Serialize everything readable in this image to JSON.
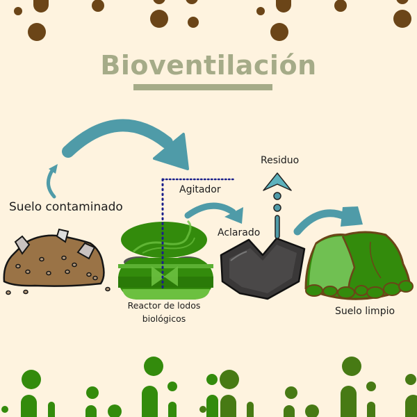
{
  "title": "Bioventilación",
  "colors": {
    "background": "#fef3df",
    "title": "#a5ab88",
    "soil_dots": "#6b4518",
    "grass_green": "#338b0c",
    "grass_olive": "#477a14",
    "arrow": "#4f9ba8",
    "dotted_line": "#1a1f8a",
    "clarifier": "#3a3838"
  },
  "diagram": {
    "nodes": [
      {
        "id": "suelo-contaminado",
        "label": "Suelo contaminado",
        "icon": "contaminated-soil-icon"
      },
      {
        "id": "reactor",
        "label": "Reactor de lodos biológicos",
        "icon": "bioreactor-icon"
      },
      {
        "id": "agitador",
        "label": "Agitador",
        "icon": "agitator-dotted-line"
      },
      {
        "id": "aclarado",
        "label": "Aclarado",
        "icon": "clarifier-icon"
      },
      {
        "id": "residuo",
        "label": "Residuo",
        "icon": "residue-arrow-icon"
      },
      {
        "id": "suelo-limpio",
        "label": "Suelo limpio",
        "icon": "clean-soil-icon"
      }
    ],
    "edges": [
      {
        "from": "suelo-contaminado",
        "to": "reactor"
      },
      {
        "from": "reactor",
        "to": "aclarado"
      },
      {
        "from": "aclarado",
        "to": "residuo"
      },
      {
        "from": "aclarado",
        "to": "suelo-limpio"
      }
    ]
  },
  "labels": {
    "suelo_contaminado": "Suelo contaminado",
    "agitador": "Agitador",
    "aclarado": "Aclarado",
    "residuo": "Residuo",
    "reactor": "Reactor de lodos biológicos",
    "suelo_limpio": "Suelo limpio"
  }
}
